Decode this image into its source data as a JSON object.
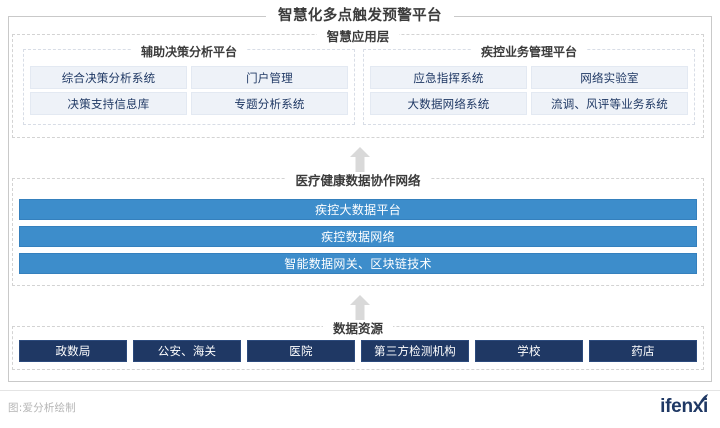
{
  "diagram": {
    "title": "智慧化多点触发预警平台",
    "layers": [
      {
        "id": "application",
        "title": "智慧应用层",
        "panels": [
          {
            "title": "辅助决策分析平台",
            "cells": [
              "综合决策分析系统",
              "门户管理",
              "决策支持信息库",
              "专题分析系统"
            ]
          },
          {
            "title": "疾控业务管理平台",
            "cells": [
              "应急指挥系统",
              "网络实验室",
              "大数据网络系统",
              "流调、风评等业务系统"
            ]
          }
        ]
      },
      {
        "id": "network",
        "title": "医疗健康数据协作网络",
        "bars": [
          "疾控大数据平台",
          "疾控数据网络",
          "智能数据网关、区块链技术"
        ]
      },
      {
        "id": "data",
        "title": "数据资源",
        "sources": [
          "政数局",
          "公安、海关",
          "医院",
          "第三方检测机构",
          "学校",
          "药店"
        ]
      }
    ],
    "arrows": [
      {
        "name": "arrow-data-to-network",
        "direction": "up"
      },
      {
        "name": "arrow-network-to-application",
        "direction": "up"
      }
    ]
  },
  "footer": {
    "note": "图:爱分析绘制",
    "brand": "ifenxi"
  },
  "colors": {
    "frame_border": "#c9c9c9",
    "dashed_border": "#d3d3d3",
    "cell_background": "#eef2f8",
    "cell_text": "#1f3864",
    "bar_background": "#3d8dcb",
    "bar_text": "#ffffff",
    "source_background": "#1f3864",
    "source_text": "#ffffff",
    "arrow": "#d9d9d9",
    "title_text": "#3b3b3b",
    "footer_note": "#b5b5b5",
    "brand": "#1f3864"
  }
}
